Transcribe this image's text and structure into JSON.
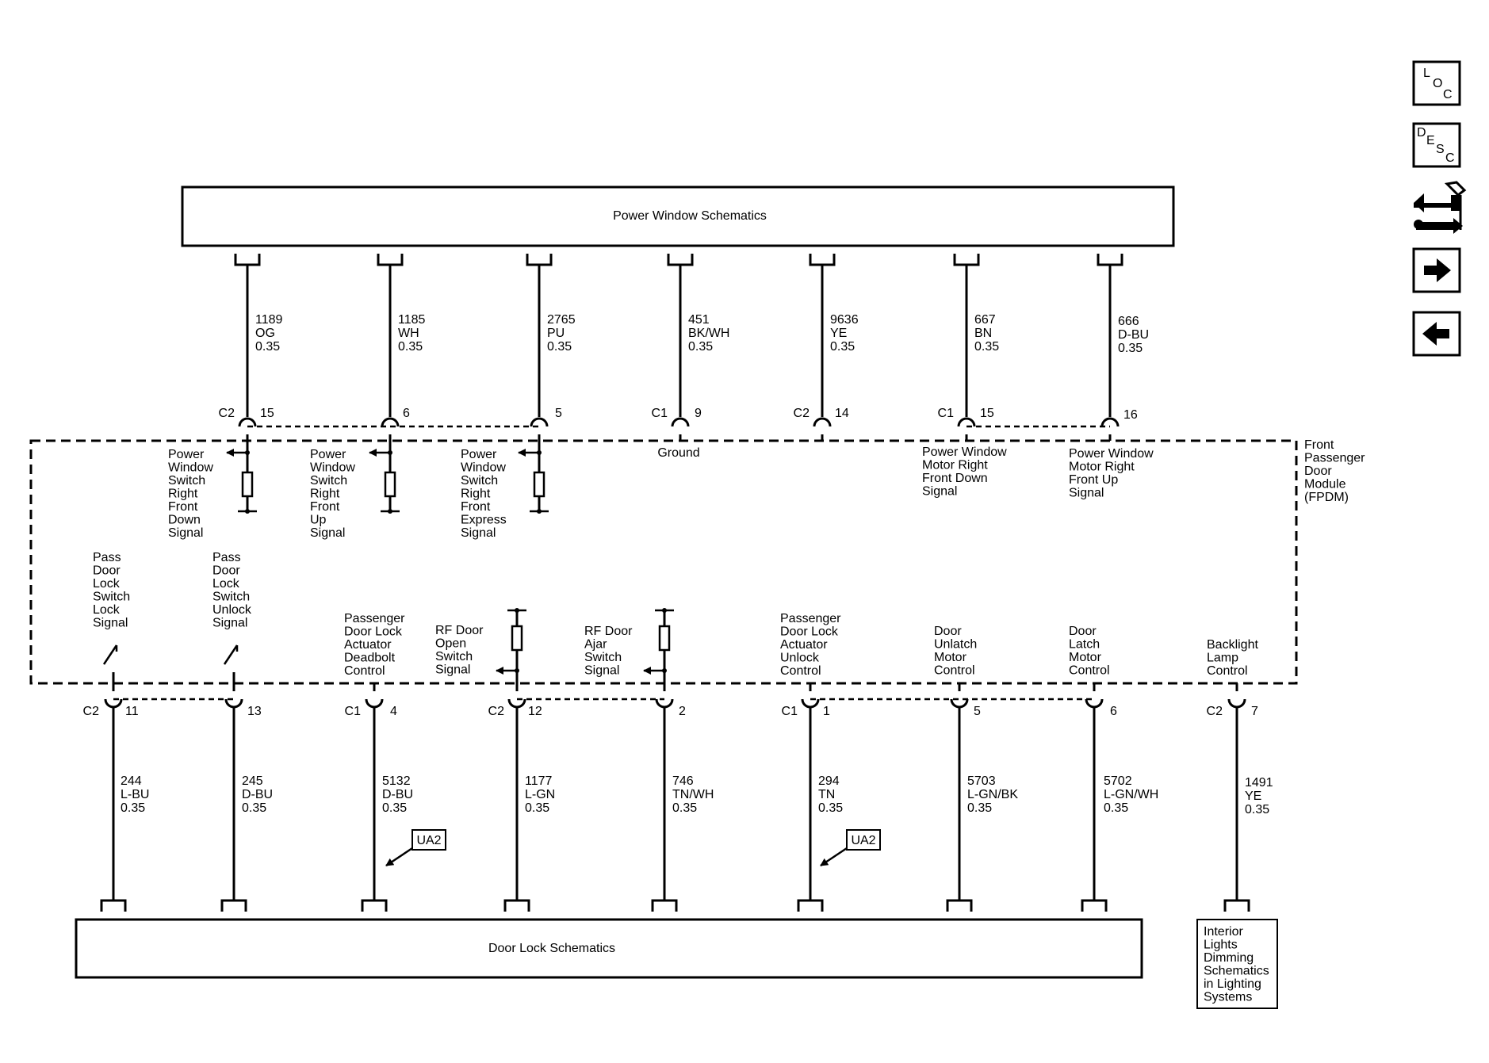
{
  "top_box": {
    "title": "Power Window Schematics"
  },
  "bottom_box": {
    "title": "Door Lock Schematics"
  },
  "side_box": {
    "lines": [
      "Interior",
      "Lights",
      "Dimming",
      "Schematics",
      "in Lighting",
      "Systems"
    ]
  },
  "module": {
    "lines": [
      "Front",
      "Passenger",
      "Door",
      "Module",
      "(FPDM)"
    ]
  },
  "ground_label": "Ground",
  "nav": {
    "loc": [
      "L",
      "O",
      "C"
    ],
    "desc": [
      "D",
      "E",
      "S",
      "C"
    ]
  },
  "ua2_label": "UA2",
  "top_wires": [
    {
      "circuit": "1189",
      "color": "OG",
      "gauge": "0.35",
      "conn": "C2",
      "pin": "15"
    },
    {
      "circuit": "1185",
      "color": "WH",
      "gauge": "0.35",
      "conn": "",
      "pin": "6"
    },
    {
      "circuit": "2765",
      "color": "PU",
      "gauge": "0.35",
      "conn": "",
      "pin": "5"
    },
    {
      "circuit": "451",
      "color": "BK/WH",
      "gauge": "0.35",
      "conn": "C1",
      "pin": "9"
    },
    {
      "circuit": "9636",
      "color": "YE",
      "gauge": "0.35",
      "conn": "C2",
      "pin": "14"
    },
    {
      "circuit": "667",
      "color": "BN",
      "gauge": "0.35",
      "conn": "C1",
      "pin": "15"
    },
    {
      "circuit": "666",
      "color": "D-BU",
      "gauge": "0.35",
      "conn": "",
      "pin": "16"
    }
  ],
  "top_signals": [
    [
      "Power",
      "Window",
      "Switch",
      "Right",
      "Front",
      "Down",
      "Signal"
    ],
    [
      "Power",
      "Window",
      "Switch",
      "Right",
      "Front",
      "Up",
      "Signal"
    ],
    [
      "Power",
      "Window",
      "Switch",
      "Right",
      "Front",
      "Express",
      "Signal"
    ],
    [
      "Power Window",
      "Motor Right",
      "Front Down",
      "Signal"
    ],
    [
      "Power Window",
      "Motor Right",
      "Front Up",
      "Signal"
    ]
  ],
  "bottom_wires": [
    {
      "circuit": "244",
      "color": "L-BU",
      "gauge": "0.35",
      "conn": "C2",
      "pin": "11"
    },
    {
      "circuit": "245",
      "color": "D-BU",
      "gauge": "0.35",
      "conn": "",
      "pin": "13"
    },
    {
      "circuit": "5132",
      "color": "D-BU",
      "gauge": "0.35",
      "conn": "C1",
      "pin": "4"
    },
    {
      "circuit": "1177",
      "color": "L-GN",
      "gauge": "0.35",
      "conn": "C2",
      "pin": "12"
    },
    {
      "circuit": "746",
      "color": "TN/WH",
      "gauge": "0.35",
      "conn": "",
      "pin": "2"
    },
    {
      "circuit": "294",
      "color": "TN",
      "gauge": "0.35",
      "conn": "C1",
      "pin": "1"
    },
    {
      "circuit": "5703",
      "color": "L-GN/BK",
      "gauge": "0.35",
      "conn": "",
      "pin": "5"
    },
    {
      "circuit": "5702",
      "color": "L-GN/WH",
      "gauge": "0.35",
      "conn": "",
      "pin": "6"
    },
    {
      "circuit": "1491",
      "color": "YE",
      "gauge": "0.35",
      "conn": "C2",
      "pin": "7"
    }
  ],
  "bottom_signals": [
    [
      "Pass",
      "Door",
      "Lock",
      "Switch",
      "Lock",
      "Signal"
    ],
    [
      "Pass",
      "Door",
      "Lock",
      "Switch",
      "Unlock",
      "Signal"
    ],
    [
      "Passenger",
      "Door Lock",
      "Actuator",
      "Deadbolt",
      "Control"
    ],
    [
      "RF Door",
      "Open",
      "Switch",
      "Signal"
    ],
    [
      "RF Door",
      "Ajar",
      "Switch",
      "Signal"
    ],
    [
      "Passenger",
      "Door Lock",
      "Actuator",
      "Unlock",
      "Control"
    ],
    [
      "Door",
      "Unlatch",
      "Motor",
      "Control"
    ],
    [
      "Door",
      "Latch",
      "Motor",
      "Control"
    ],
    [
      "Backlight",
      "Lamp",
      "Control"
    ]
  ]
}
